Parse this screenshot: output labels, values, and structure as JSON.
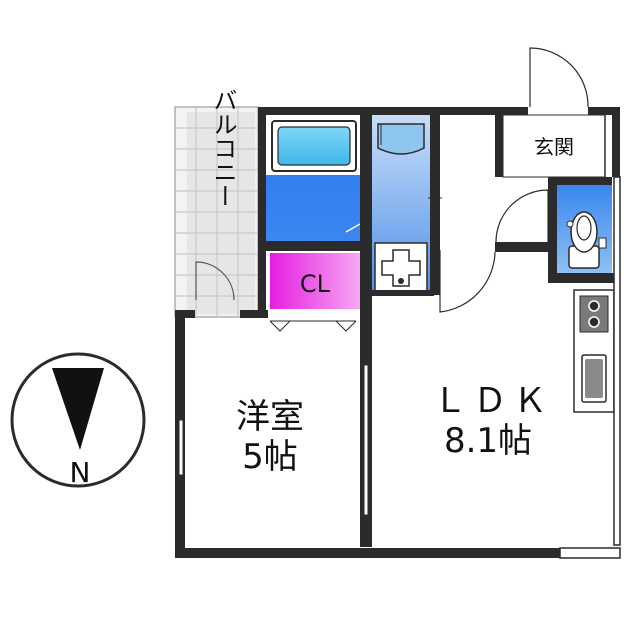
{
  "rooms": {
    "balcony": "バルコニー",
    "entrance": "玄関",
    "closet": "CL",
    "western_room": {
      "name": "洋室",
      "size": "5帖"
    },
    "ldk": {
      "name": "ＬＤＫ",
      "size": "8.1帖"
    }
  },
  "compass": {
    "label": "N"
  },
  "colors": {
    "wall": "#2b2b2b",
    "bathroom": "#2e7df0",
    "bathtub": "#5ec8ef",
    "closet": "#ee2ee2",
    "washroom_top": "#bcd7f6",
    "washroom_bottom": "#5896ea",
    "toilet_room": "#2f7fee",
    "balcony_tile": "#cfcfcf",
    "stove": "#777777"
  }
}
